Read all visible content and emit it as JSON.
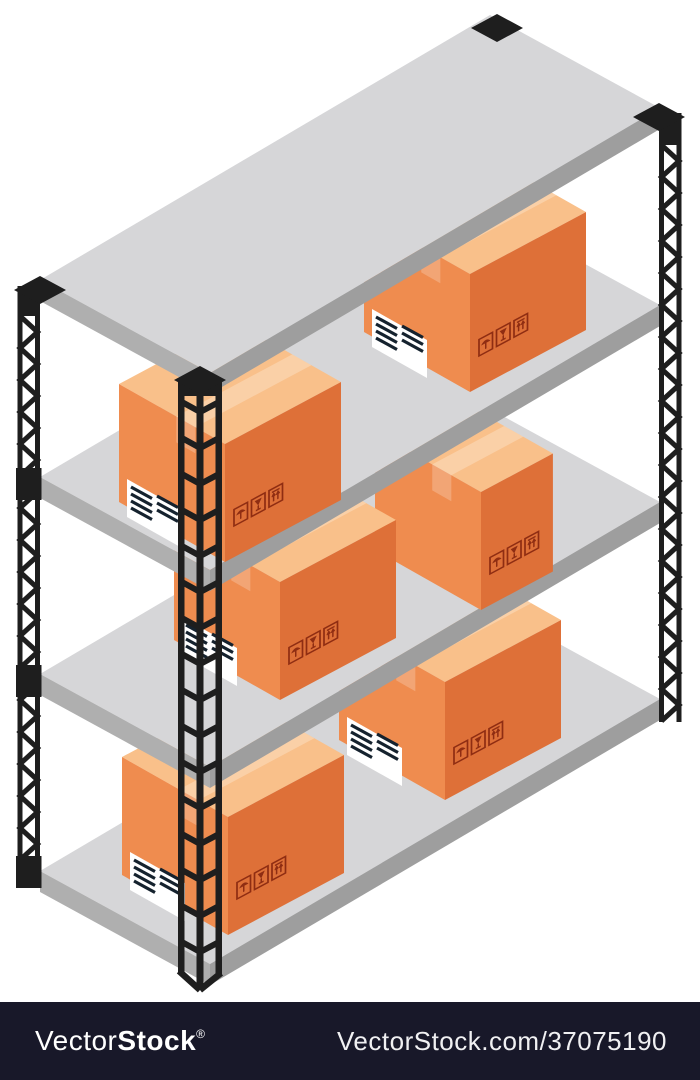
{
  "watermark_bar": {
    "background_color": "#181829",
    "logo_light": "Vector",
    "logo_bold": "Stock",
    "registered_mark": "®",
    "url_text": "VectorStock.com/37075190",
    "text_color": "#FFFFFF"
  },
  "scene": {
    "description": "Isometric warehouse storage rack with four shelves, black truss posts and cardboard boxes",
    "background_color": "#FFFFFF",
    "rack": {
      "shelf_count": 4,
      "post_count": 4,
      "frame_color": "#1E1E1E",
      "shelf_top_color": "#D6D6D8",
      "shelf_side_left_color": "#AFAFAF",
      "shelf_side_right_color": "#9E9E9E"
    },
    "box_style": {
      "top_color": "#F9C08A",
      "left_color": "#EF8C4F",
      "right_color": "#DE7038",
      "tape_color": "rgba(255,255,255,0.25)",
      "label_color": "#FFFFFF",
      "label_line_color": "#15222E",
      "symbol_color": "#8F2D12",
      "symbols": [
        "keep-dry-umbrella",
        "fragile-glass",
        "this-way-up-arrows"
      ]
    },
    "boxes": [
      {
        "shelf": 2,
        "position": "right",
        "has_label": true
      },
      {
        "shelf": 2,
        "position": "left",
        "has_label": true
      },
      {
        "shelf": 3,
        "position": "right",
        "has_label": false
      },
      {
        "shelf": 3,
        "position": "left",
        "has_label": true
      },
      {
        "shelf": 4,
        "position": "right",
        "has_label": true
      },
      {
        "shelf": 4,
        "position": "left",
        "has_label": true
      }
    ]
  }
}
